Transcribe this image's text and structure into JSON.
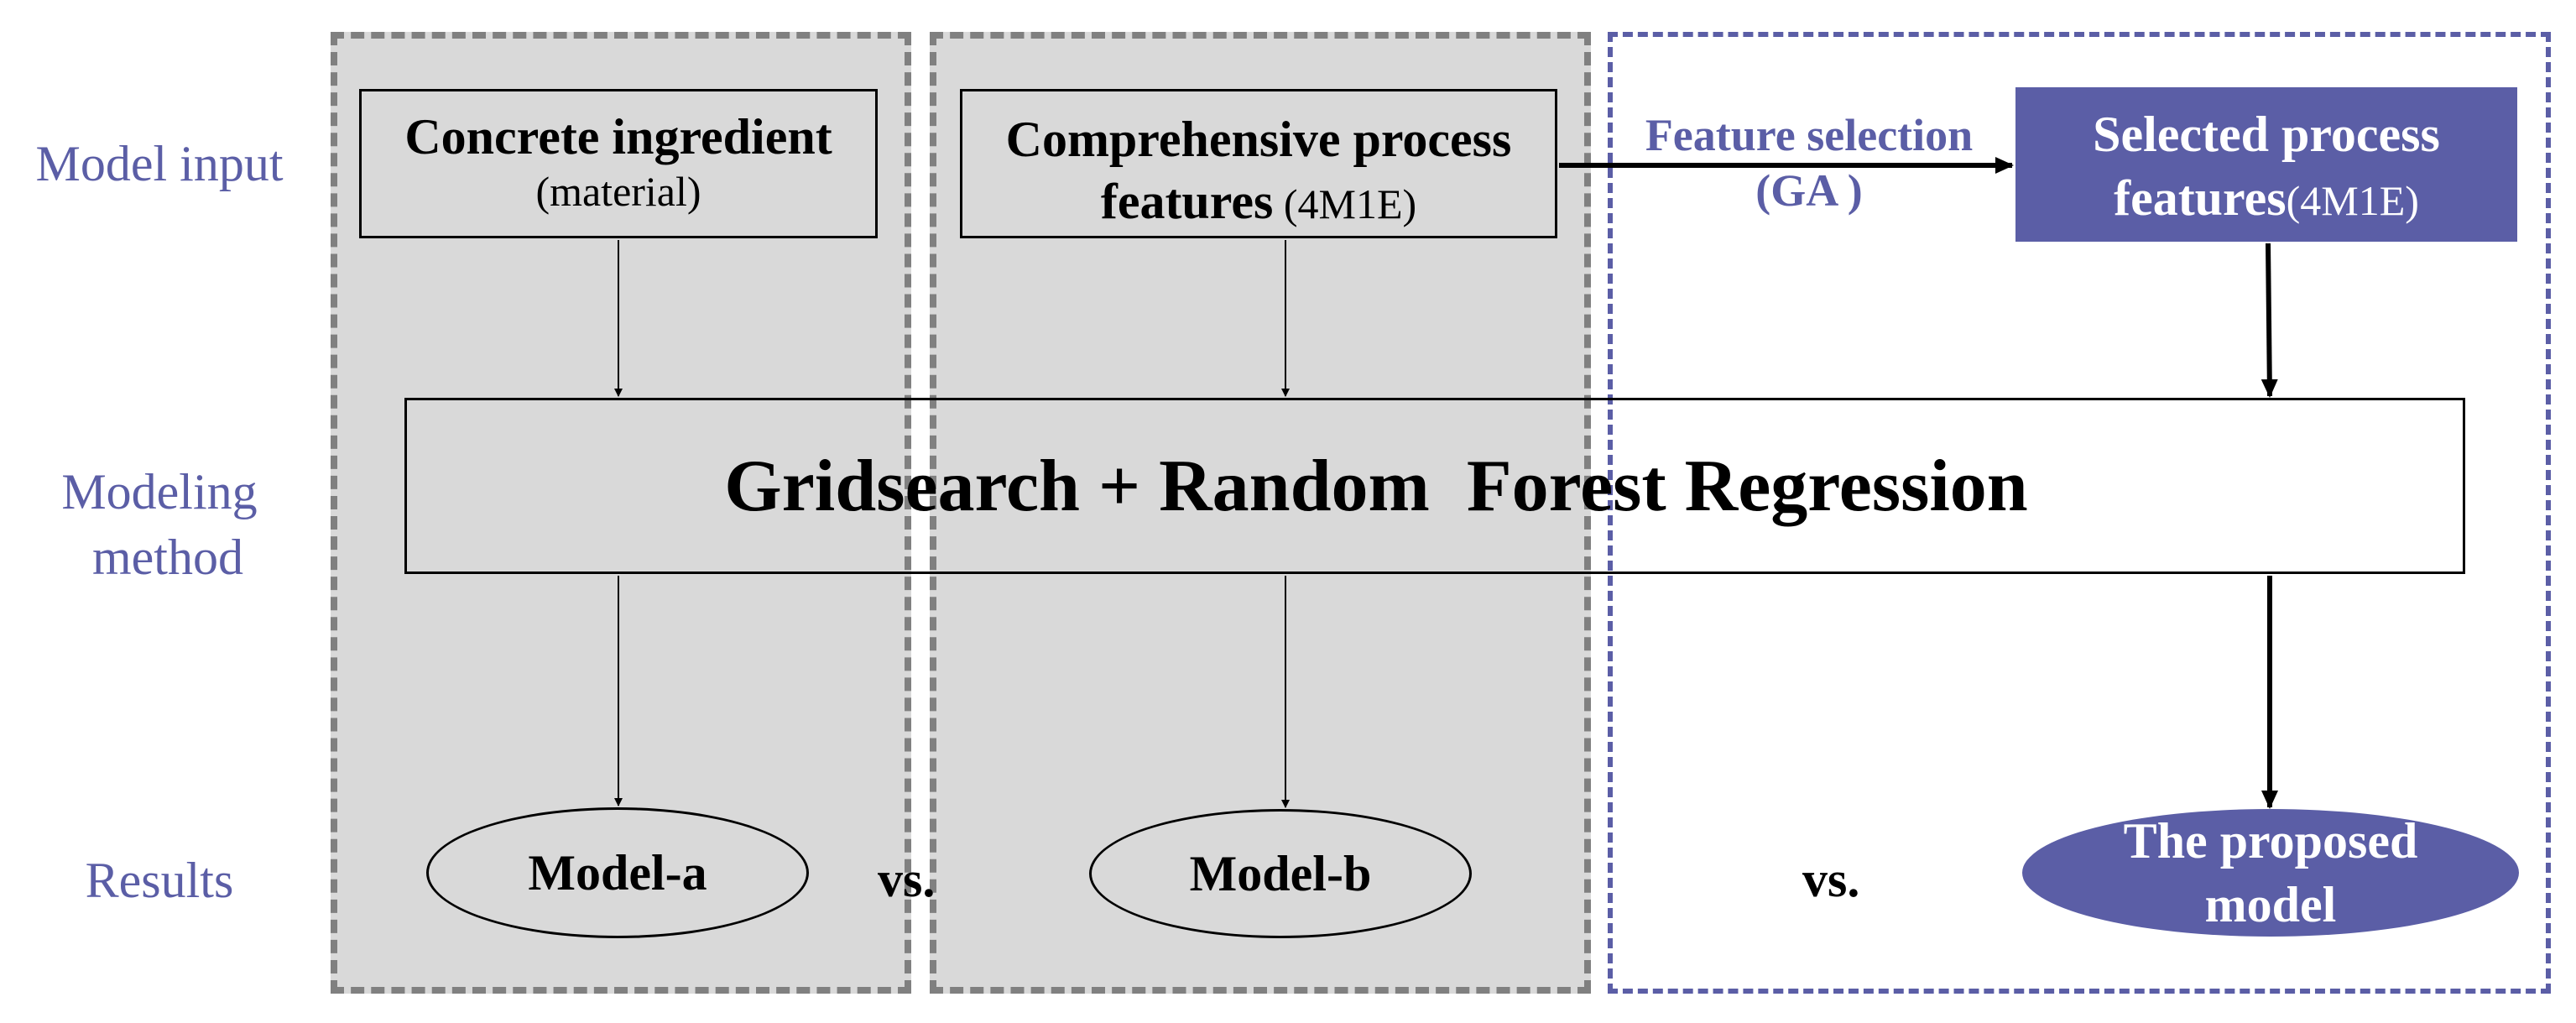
{
  "row_labels": {
    "model_input": "Model input",
    "modeling_method_line1": "Modeling",
    "modeling_method_line2": "method",
    "results": "Results"
  },
  "inputs": {
    "concrete_title": "Concrete ingredient",
    "concrete_sub": "(material)",
    "comprehensive_line1": "Comprehensive process",
    "comprehensive_line2": "features",
    "comprehensive_sub": " (4M1E)",
    "selected_line1": "Selected process",
    "selected_line2": "features",
    "selected_sub": "(4M1E)"
  },
  "feature_selection": {
    "line1": "Feature selection",
    "line2": "(GA )"
  },
  "method": {
    "title": "Gridsearch + Random  Forest Regression"
  },
  "results": {
    "model_a": "Model-a",
    "model_b": "Model-b",
    "proposed_line1": "The proposed",
    "proposed_line2": "model",
    "vs1": "vs.",
    "vs2": "vs."
  },
  "colors": {
    "accent": "#5b5ea6",
    "zone_gray": "#d9d9d9",
    "zone_border_gray": "#808080"
  }
}
